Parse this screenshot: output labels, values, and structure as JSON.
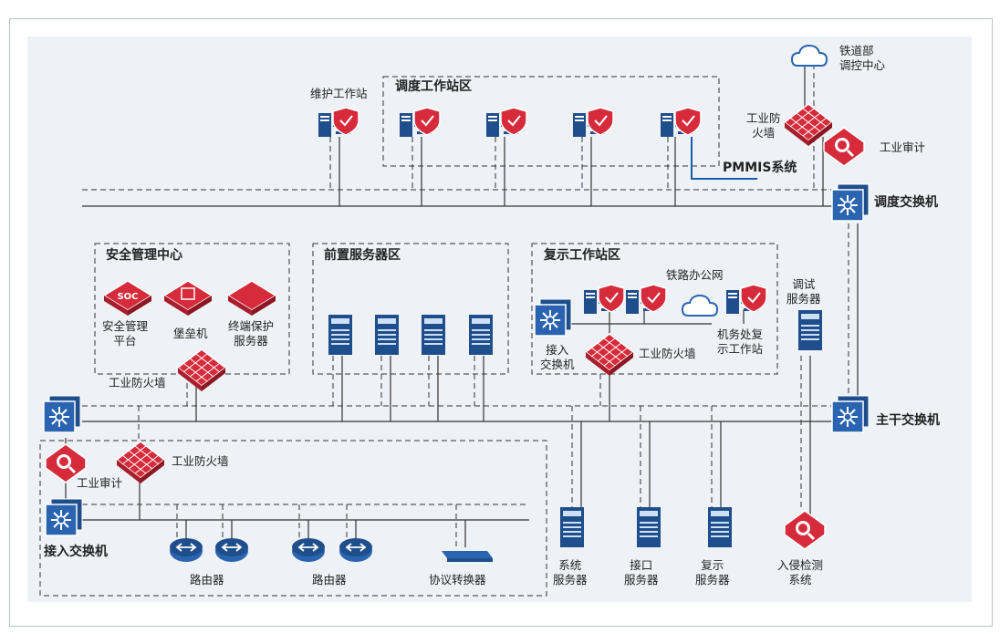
{
  "colors": {
    "accent": "#d62b3b",
    "server": "#1f4e8c",
    "line": "#333333",
    "pmmis_line": "#1b5ea8",
    "panel": "#eef1f5"
  },
  "labels": {
    "railway_ministry": "铁道部\n调控中心",
    "maintenance_ws": "维护工作站",
    "dispatch_zone": "调度工作站区",
    "firewall_top": "工业防\n火墙",
    "audit_top": "工业审计",
    "pmmis": "PMMIS系统",
    "dispatch_switch": "调度交换机",
    "security_center": "安全管理中心",
    "front_server_zone": "前置服务器区",
    "replay_zone": "复示工作站区",
    "rail_office_net": "铁路办公网",
    "debug_server": "调试\n服务器",
    "soc_platform": "安全管理\n平台",
    "bastion": "堡垒机",
    "endpoint_server": "终端保护\n服务器",
    "access_switch_right": "接入\n交换机",
    "firewall_replay": "工业防火墙",
    "depot_replay_ws": "机务处复\n示工作站",
    "firewall_left": "工业防火墙",
    "main_switch": "主干交换机",
    "audit_bottom": "工业审计",
    "firewall_bottom": "工业防火墙",
    "access_switch_bottom": "接入交换机",
    "router1": "路由器",
    "router2": "路由器",
    "protocol_converter": "协议转换器",
    "system_server": "系统\n服务器",
    "interface_server": "接口\n服务器",
    "replay_server": "复示\n服务器",
    "ids": "入侵检测\n系统",
    "soc_icon_text": "SOC"
  }
}
